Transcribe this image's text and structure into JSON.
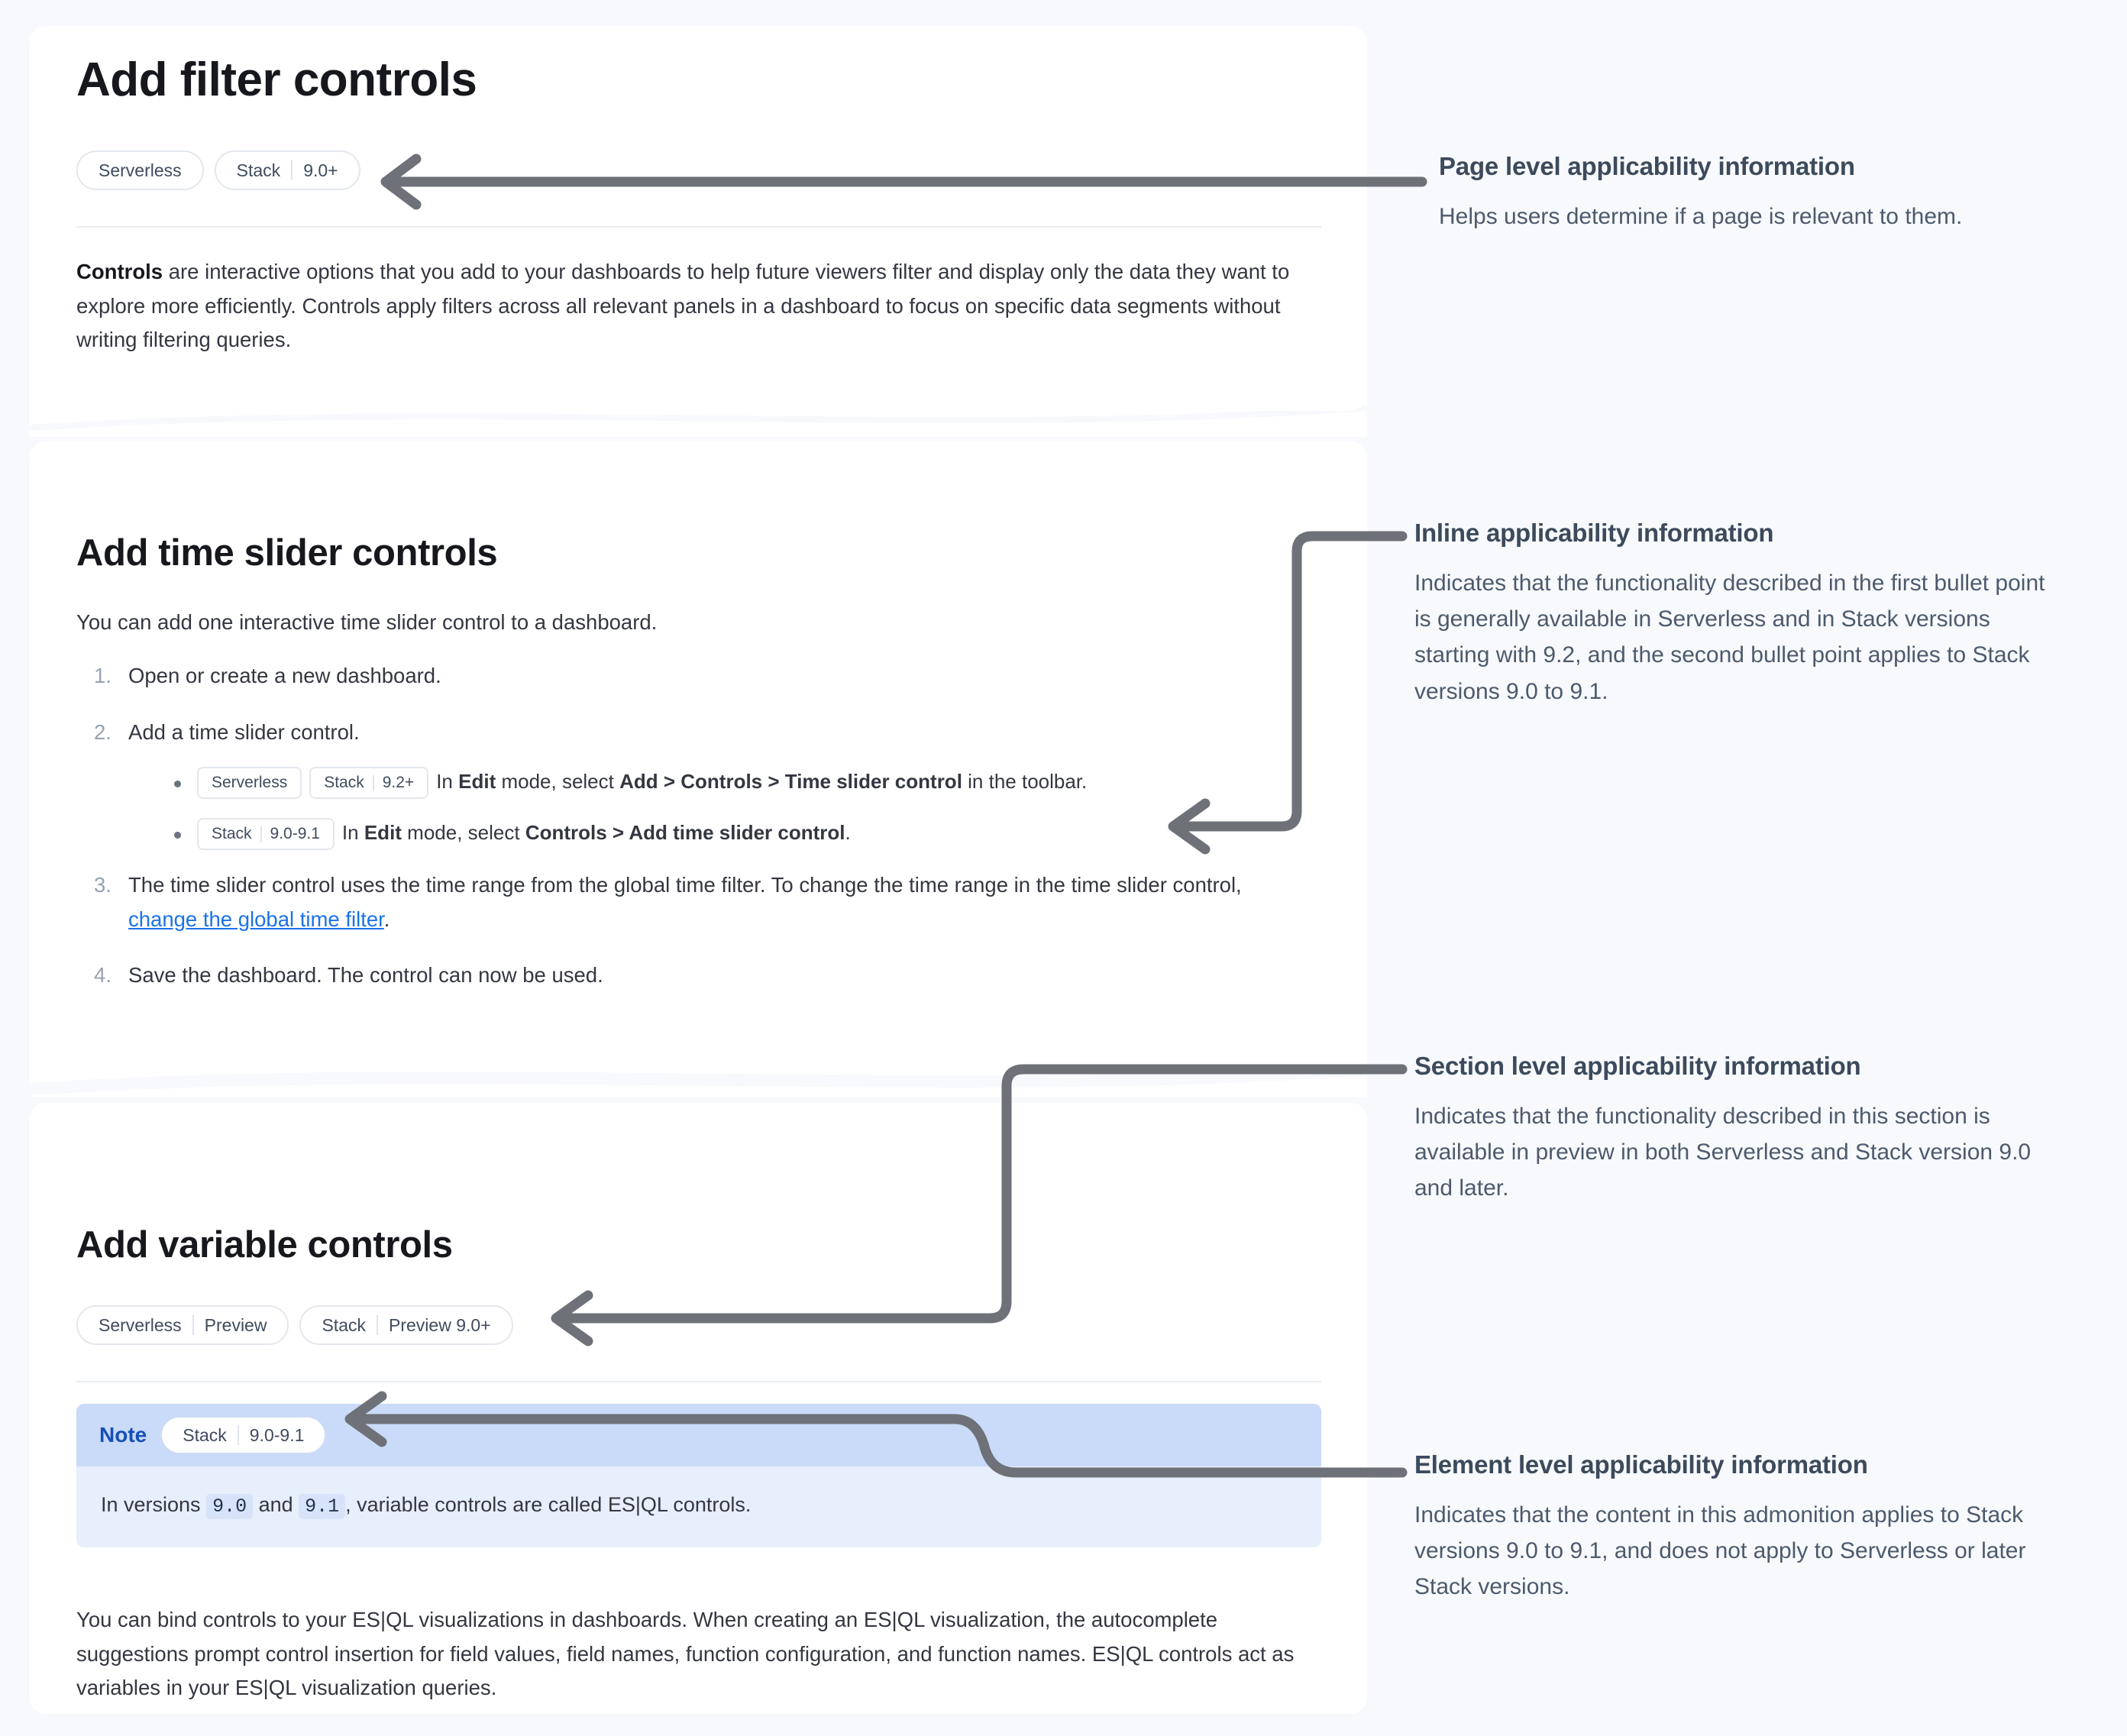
{
  "page": {
    "title": "Add filter controls",
    "applicability": [
      {
        "segments": [
          "Serverless"
        ]
      },
      {
        "segments": [
          "Stack",
          "9.0+"
        ]
      }
    ],
    "intro_lead": "Controls",
    "intro_rest": " are interactive options that you add to your dashboards to help future viewers filter and display only the data they want to explore more efficiently. Controls apply filters across all relevant panels in a dashboard to focus on specific data segments without writing filtering queries."
  },
  "time_slider_section": {
    "heading": "Add time slider controls",
    "intro": "You can add one interactive time slider control to a dashboard.",
    "steps": [
      {
        "num": "1.",
        "text": "Open or create a new dashboard."
      },
      {
        "num": "2.",
        "text": "Add a time slider control."
      },
      {
        "num": "3.",
        "text": "The time slider control uses the time range from the global time filter. To change the time range in the time slider control, ",
        "link": "change the global time filter",
        "tail": "."
      },
      {
        "num": "4.",
        "text": "Save the dashboard. The control can now be used."
      }
    ],
    "bullets": [
      {
        "badges": [
          {
            "segments": [
              "Serverless"
            ]
          },
          {
            "segments": [
              "Stack",
              "9.2+"
            ]
          }
        ],
        "prefix": "In ",
        "bold1": "Edit",
        "mid": " mode, select ",
        "bold2": "Add > Controls > Time slider control",
        "suffix": " in the toolbar."
      },
      {
        "badges": [
          {
            "segments": [
              "Stack",
              "9.0-9.1"
            ]
          }
        ],
        "prefix": "In ",
        "bold1": "Edit",
        "mid": " mode, select ",
        "bold2": "Controls > Add time slider control",
        "suffix": "."
      }
    ]
  },
  "variable_section": {
    "heading": "Add variable controls",
    "applicability": [
      {
        "segments": [
          "Serverless",
          "Preview"
        ]
      },
      {
        "segments": [
          "Stack",
          "Preview 9.0+"
        ]
      }
    ],
    "note": {
      "title": "Note",
      "badge": {
        "segments": [
          "Stack",
          "9.0-9.1"
        ]
      },
      "body_a": "In versions ",
      "code_a": "9.0",
      "body_b": " and ",
      "code_b": "9.1",
      "body_c": ", variable controls are called ES|QL controls."
    },
    "paragraph": "You can bind controls to your ES|QL visualizations in dashboards. When creating an ES|QL visualization, the autocomplete suggestions prompt control insertion for field values, field names, function configuration, and function names. ES|QL controls act as variables in your ES|QL visualization queries."
  },
  "annotations": [
    {
      "id": "page",
      "title": "Page level applicability information",
      "text": "Helps users determine if a page is relevant to them."
    },
    {
      "id": "inline",
      "title": "Inline applicability information",
      "text": "Indicates that the functionality described in the first bullet point is generally available in Serverless and in Stack versions starting with 9.2, and the second bullet point applies to Stack versions 9.0 to 9.1."
    },
    {
      "id": "section",
      "title": "Section level applicability information",
      "text": "Indicates that the functionality described in this section is available in preview in both Serverless and Stack version 9.0 and later."
    },
    {
      "id": "element",
      "title": "Element level applicability information",
      "text": "Indicates that the content in this admonition applies to Stack versions 9.0 to 9.1, and does not apply to Serverless or later Stack versions."
    }
  ],
  "colors": {
    "page_background": "#f7f9fc",
    "card_background": "#ffffff",
    "arrow": "#6e7177",
    "link": "#1a73e8",
    "note_header": "#c9dbf8",
    "note_body": "#e7eefc",
    "note_title": "#1750b5",
    "annotation_title": "#3c4a5c"
  }
}
